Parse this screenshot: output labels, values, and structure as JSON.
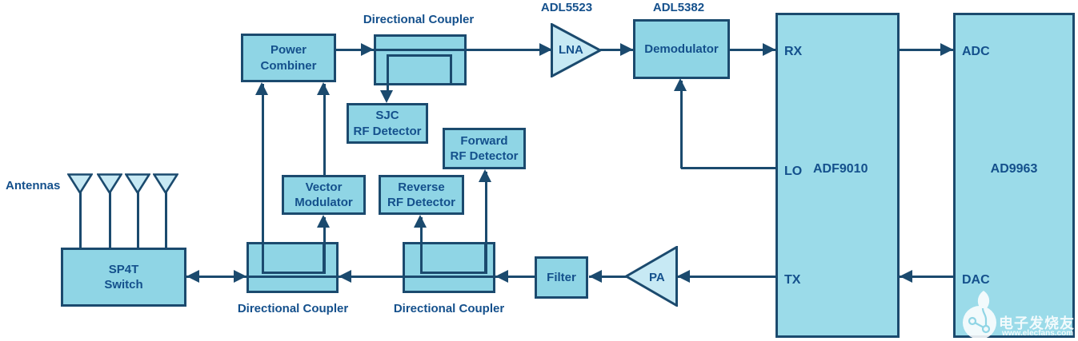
{
  "colors": {
    "box_fill": "#8FD5E5",
    "chip_fill": "#9BDBE9",
    "triangle_fill": "#C7E9F4",
    "line": "#1B4A6E",
    "text": "#14508C",
    "watermark_text": "#FFFFFF"
  },
  "blocks": {
    "antennas_label": "Antennas",
    "sp4t": {
      "line1": "SP4T",
      "line2": "Switch"
    },
    "power_combiner": {
      "line1": "Power",
      "line2": "Combiner"
    },
    "vector_modulator": {
      "line1": "Vector",
      "line2": "Modulator"
    },
    "sjc_detector": {
      "line1": "SJC",
      "line2": "RF Detector"
    },
    "forward_detector": {
      "line1": "Forward",
      "line2": "RF Detector"
    },
    "reverse_detector": {
      "line1": "Reverse",
      "line2": "RF Detector"
    },
    "filter": {
      "label": "Filter"
    },
    "lna": {
      "part": "ADL5523",
      "label": "LNA"
    },
    "pa": {
      "label": "PA"
    },
    "demodulator": {
      "part": "ADL5382",
      "label": "Demodulator"
    },
    "coupler_top_label": "Directional Coupler",
    "coupler_bottom_left_label": "Directional Coupler",
    "coupler_bottom_mid_label": "Directional Coupler",
    "adf9010": {
      "name": "ADF9010",
      "rx": "RX",
      "lo": "LO",
      "tx": "TX"
    },
    "ad9963": {
      "name": "AD9963",
      "adc": "ADC",
      "dac": "DAC"
    }
  },
  "watermark": {
    "brand": "电子发烧友",
    "url": "www.elecfans.com"
  }
}
